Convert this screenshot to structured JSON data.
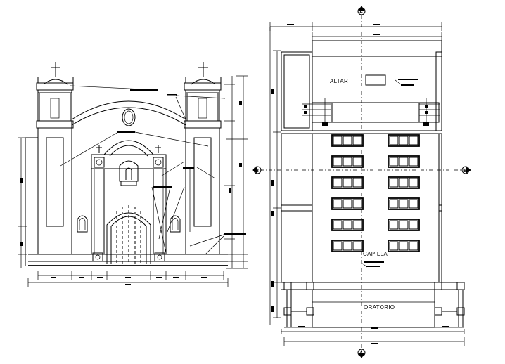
{
  "plan": {
    "rooms": {
      "altar": "ALTAR",
      "capilla": "CAPILLA",
      "oratorio": "ORATORIO"
    },
    "section_markers": {
      "a": "A",
      "b": "B"
    }
  },
  "colors": {
    "line": "#000000",
    "background": "#ffffff"
  }
}
